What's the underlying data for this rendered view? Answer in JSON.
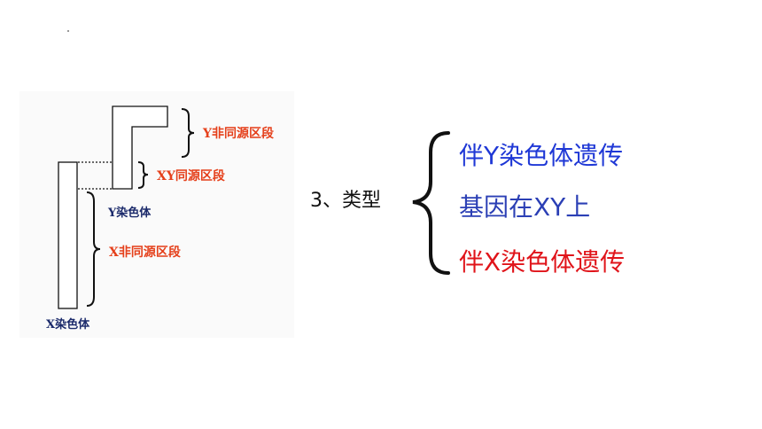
{
  "diagram": {
    "labels": {
      "y_nonhomologous": "Y非同源区段",
      "xy_homologous": "XY同源区段",
      "y_chromosome": "Y染色体",
      "x_nonhomologous": "X非同源区段",
      "x_chromosome": "X染色体"
    }
  },
  "classification": {
    "heading": "3、类型",
    "items": [
      {
        "text": "伴Y染色体遗传",
        "color": "#1f38d6"
      },
      {
        "text": "基因在XY上",
        "color": "#2b3fb5"
      },
      {
        "text": "伴X染色体遗传",
        "color": "#e0141a"
      }
    ]
  },
  "colors": {
    "label_red": "#e5401b",
    "label_navy": "#1b2a6b",
    "line": "#111111"
  }
}
